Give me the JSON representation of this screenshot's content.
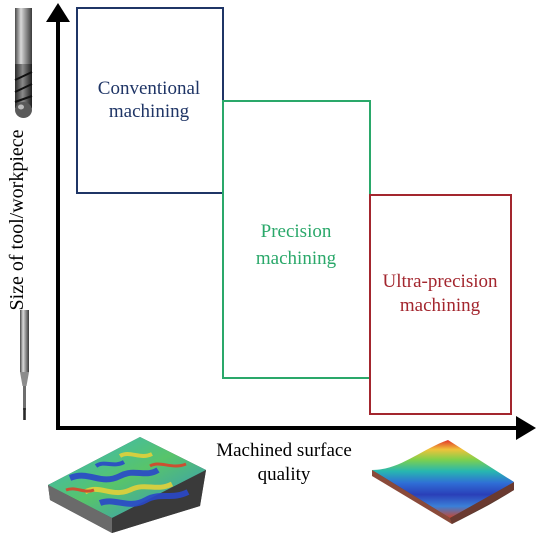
{
  "diagram": {
    "y_axis_label": "Size of tool/workpiece",
    "x_axis_label_line1": "Machined surface",
    "x_axis_label_line2": "quality",
    "regions": [
      {
        "line1": "Conventional",
        "line2": "machining",
        "color": "#1f3566"
      },
      {
        "line1": "Precision",
        "line2": "machining",
        "color": "#2aa86a"
      },
      {
        "line1": "Ultra-precision",
        "line2": "machining",
        "color": "#a3262e"
      }
    ],
    "icons": {
      "large_tool": "ball-end-mill-icon",
      "small_tool": "micro-end-mill-icon",
      "rough_surface": "rough-surface-map-icon",
      "smooth_surface": "smooth-surface-map-icon"
    },
    "colors": {
      "axis": "#000000",
      "background": "#ffffff"
    }
  }
}
